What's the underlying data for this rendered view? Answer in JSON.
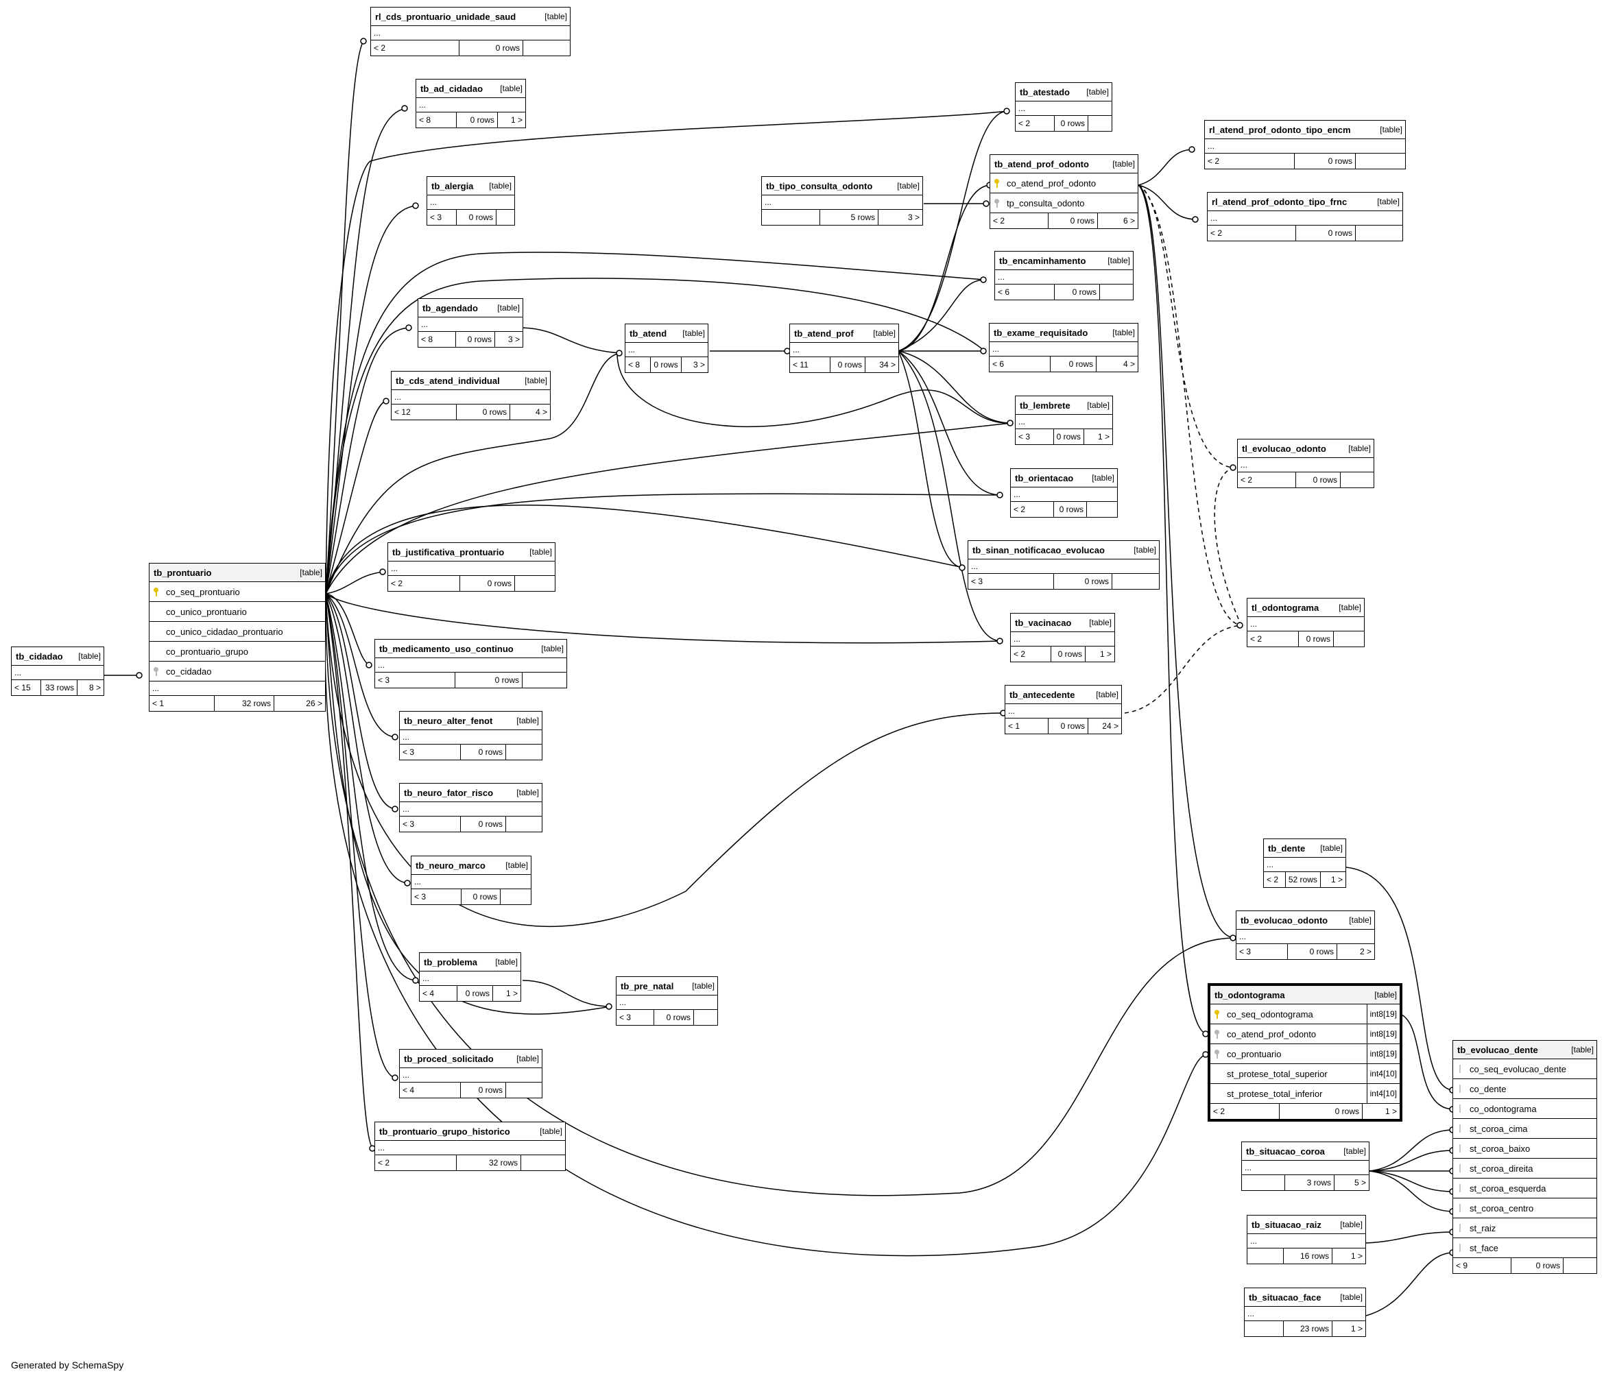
{
  "footer": "Generated by SchemaSpy",
  "kind_label": "[table]",
  "tables": {
    "rl_cds_prontuario_unidade_saud": {
      "name": "rl_cds_prontuario_unidade_saud",
      "dots": "...",
      "f1": "< 2",
      "f2": "0 rows",
      "f3": ""
    },
    "tb_ad_cidadao": {
      "name": "tb_ad_cidadao",
      "dots": "...",
      "f1": "< 8",
      "f2": "0 rows",
      "f3": "1 >"
    },
    "tb_alergia": {
      "name": "tb_alergia",
      "dots": "...",
      "f1": "< 3",
      "f2": "0 rows",
      "f3": ""
    },
    "tb_agendado": {
      "name": "tb_agendado",
      "dots": "...",
      "f1": "< 8",
      "f2": "0 rows",
      "f3": "3 >"
    },
    "tb_cds_atend_individual": {
      "name": "tb_cds_atend_individual",
      "dots": "...",
      "f1": "< 12",
      "f2": "0 rows",
      "f3": "4 >"
    },
    "tb_justificativa_prontuario": {
      "name": "tb_justificativa_prontuario",
      "dots": "...",
      "f1": "< 2",
      "f2": "0 rows",
      "f3": ""
    },
    "tb_medicamento_uso_continuo": {
      "name": "tb_medicamento_uso_continuo",
      "dots": "...",
      "f1": "< 3",
      "f2": "0 rows",
      "f3": ""
    },
    "tb_neuro_alter_fenot": {
      "name": "tb_neuro_alter_fenot",
      "dots": "...",
      "f1": "< 3",
      "f2": "0 rows",
      "f3": ""
    },
    "tb_neuro_fator_risco": {
      "name": "tb_neuro_fator_risco",
      "dots": "...",
      "f1": "< 3",
      "f2": "0 rows",
      "f3": ""
    },
    "tb_neuro_marco": {
      "name": "tb_neuro_marco",
      "dots": "...",
      "f1": "< 3",
      "f2": "0 rows",
      "f3": ""
    },
    "tb_problema": {
      "name": "tb_problema",
      "dots": "...",
      "f1": "< 4",
      "f2": "0 rows",
      "f3": "1 >"
    },
    "tb_proced_solicitado": {
      "name": "tb_proced_solicitado",
      "dots": "...",
      "f1": "< 4",
      "f2": "0 rows",
      "f3": ""
    },
    "tb_prontuario_grupo_historico": {
      "name": "tb_prontuario_grupo_historico",
      "dots": "...",
      "f1": "< 2",
      "f2": "32 rows",
      "f3": ""
    },
    "tb_pre_natal": {
      "name": "tb_pre_natal",
      "dots": "...",
      "f1": "< 3",
      "f2": "0 rows",
      "f3": ""
    },
    "tb_atend": {
      "name": "tb_atend",
      "dots": "...",
      "f1": "< 8",
      "f2": "0 rows",
      "f3": "3 >"
    },
    "tb_atend_prof": {
      "name": "tb_atend_prof",
      "dots": "...",
      "f1": "< 11",
      "f2": "0 rows",
      "f3": "34 >"
    },
    "tb_tipo_consulta_odonto": {
      "name": "tb_tipo_consulta_odonto",
      "dots": "...",
      "f1": "",
      "f2": "5 rows",
      "f3": "3 >"
    },
    "tb_atestado": {
      "name": "tb_atestado",
      "dots": "...",
      "f1": "< 2",
      "f2": "0 rows",
      "f3": ""
    },
    "tb_encaminhamento": {
      "name": "tb_encaminhamento",
      "dots": "...",
      "f1": "< 6",
      "f2": "0 rows",
      "f3": ""
    },
    "tb_exame_requisitado": {
      "name": "tb_exame_requisitado",
      "dots": "...",
      "f1": "< 6",
      "f2": "0 rows",
      "f3": "4 >"
    },
    "tb_lembrete": {
      "name": "tb_lembrete",
      "dots": "...",
      "f1": "< 3",
      "f2": "0 rows",
      "f3": "1 >"
    },
    "tb_orientacao": {
      "name": "tb_orientacao",
      "dots": "...",
      "f1": "< 2",
      "f2": "0 rows",
      "f3": ""
    },
    "tb_sinan_notificacao_evolucao": {
      "name": "tb_sinan_notificacao_evolucao",
      "dots": "...",
      "f1": "< 3",
      "f2": "0 rows",
      "f3": ""
    },
    "tb_vacinacao": {
      "name": "tb_vacinacao",
      "dots": "...",
      "f1": "< 2",
      "f2": "0 rows",
      "f3": "1 >"
    },
    "tb_antecedente": {
      "name": "tb_antecedente",
      "dots": "...",
      "f1": "< 1",
      "f2": "0 rows",
      "f3": "24 >"
    },
    "rl_atend_prof_odonto_tipo_encm": {
      "name": "rl_atend_prof_odonto_tipo_encm",
      "dots": "...",
      "f1": "< 2",
      "f2": "0 rows",
      "f3": ""
    },
    "rl_atend_prof_odonto_tipo_frnc": {
      "name": "rl_atend_prof_odonto_tipo_frnc",
      "dots": "...",
      "f1": "< 2",
      "f2": "0 rows",
      "f3": ""
    },
    "tl_evolucao_odonto": {
      "name": "tl_evolucao_odonto",
      "dots": "...",
      "f1": "< 2",
      "f2": "0 rows",
      "f3": ""
    },
    "tl_odontograma": {
      "name": "tl_odontograma",
      "dots": "...",
      "f1": "< 2",
      "f2": "0 rows",
      "f3": ""
    },
    "tb_dente": {
      "name": "tb_dente",
      "dots": "...",
      "f1": "< 2",
      "f2": "52 rows",
      "f3": "1 >"
    },
    "tb_evolucao_odonto": {
      "name": "tb_evolucao_odonto",
      "dots": "...",
      "f1": "< 3",
      "f2": "0 rows",
      "f3": "2 >"
    },
    "tb_situacao_coroa": {
      "name": "tb_situacao_coroa",
      "dots": "...",
      "f1": "",
      "f2": "3 rows",
      "f3": "5 >"
    },
    "tb_situacao_raiz": {
      "name": "tb_situacao_raiz",
      "dots": "...",
      "f1": "",
      "f2": "16 rows",
      "f3": "1 >"
    },
    "tb_situacao_face": {
      "name": "tb_situacao_face",
      "dots": "...",
      "f1": "",
      "f2": "23 rows",
      "f3": "1 >"
    },
    "tb_cidadao": {
      "name": "tb_cidadao",
      "dots": "...",
      "f1": "< 15",
      "f2": "33 rows",
      "f3": "8 >"
    },
    "tb_prontuario": {
      "name": "tb_prontuario",
      "cols": [
        "co_seq_prontuario",
        "co_unico_prontuario",
        "co_unico_cidadao_prontuario",
        "co_prontuario_grupo",
        "co_cidadao"
      ],
      "dots": "...",
      "f1": "< 1",
      "f2": "32 rows",
      "f3": "26 >"
    },
    "tb_atend_prof_odonto": {
      "name": "tb_atend_prof_odonto",
      "cols": [
        "co_atend_prof_odonto",
        "tp_consulta_odonto"
      ],
      "f1": "< 2",
      "f2": "0 rows",
      "f3": "6 >"
    },
    "tb_odontograma": {
      "name": "tb_odontograma",
      "cols": [
        "co_seq_odontograma",
        "co_atend_prof_odonto",
        "co_prontuario",
        "st_protese_total_superior",
        "st_protese_total_inferior"
      ],
      "types": [
        "int8[19]",
        "int8[19]",
        "int8[19]",
        "int4[10]",
        "int4[10]"
      ],
      "f1": "< 2",
      "f2": "0 rows",
      "f3": "1 >"
    },
    "tb_evolucao_dente": {
      "name": "tb_evolucao_dente",
      "cols": [
        "co_seq_evolucao_dente",
        "co_dente",
        "co_odontograma",
        "st_coroa_cima",
        "st_coroa_baixo",
        "st_coroa_direita",
        "st_coroa_esquerda",
        "st_coroa_centro",
        "st_raiz",
        "st_face"
      ],
      "f1": "< 9",
      "f2": "0 rows",
      "f3": ""
    }
  },
  "relationships": [
    [
      "tb_cidadao",
      "tb_prontuario"
    ],
    [
      "tb_prontuario",
      "rl_cds_prontuario_unidade_saud"
    ],
    [
      "tb_prontuario",
      "tb_ad_cidadao"
    ],
    [
      "tb_prontuario",
      "tb_alergia"
    ],
    [
      "tb_prontuario",
      "tb_agendado"
    ],
    [
      "tb_prontuario",
      "tb_cds_atend_individual"
    ],
    [
      "tb_prontuario",
      "tb_justificativa_prontuario"
    ],
    [
      "tb_prontuario",
      "tb_medicamento_uso_continuo"
    ],
    [
      "tb_prontuario",
      "tb_neuro_alter_fenot"
    ],
    [
      "tb_prontuario",
      "tb_neuro_fator_risco"
    ],
    [
      "tb_prontuario",
      "tb_neuro_marco"
    ],
    [
      "tb_prontuario",
      "tb_problema"
    ],
    [
      "tb_prontuario",
      "tb_proced_solicitado"
    ],
    [
      "tb_prontuario",
      "tb_prontuario_grupo_historico"
    ],
    [
      "tb_prontuario",
      "tb_pre_natal"
    ],
    [
      "tb_prontuario",
      "tb_atend"
    ],
    [
      "tb_prontuario",
      "tb_atestado"
    ],
    [
      "tb_prontuario",
      "tb_encaminhamento"
    ],
    [
      "tb_prontuario",
      "tb_exame_requisitado"
    ],
    [
      "tb_prontuario",
      "tb_lembrete"
    ],
    [
      "tb_prontuario",
      "tb_orientacao"
    ],
    [
      "tb_prontuario",
      "tb_sinan_notificacao_evolucao"
    ],
    [
      "tb_prontuario",
      "tb_vacinacao"
    ],
    [
      "tb_prontuario",
      "tb_antecedente"
    ],
    [
      "tb_prontuario",
      "tb_evolucao_odonto"
    ],
    [
      "tb_prontuario",
      "tb_odontograma"
    ],
    [
      "tb_agendado",
      "tb_atend"
    ],
    [
      "tb_problema",
      "tb_pre_natal"
    ],
    [
      "tb_atend",
      "tb_atend_prof"
    ],
    [
      "tb_tipo_consulta_odonto",
      "tb_atend_prof_odonto"
    ],
    [
      "tb_atend_prof",
      "tb_atend_prof_odonto"
    ],
    [
      "tb_atend_prof",
      "tb_atestado"
    ],
    [
      "tb_atend_prof",
      "tb_encaminhamento"
    ],
    [
      "tb_atend_prof",
      "tb_exame_requisitado"
    ],
    [
      "tb_atend_prof",
      "tb_lembrete"
    ],
    [
      "tb_atend_prof",
      "tb_orientacao"
    ],
    [
      "tb_atend_prof",
      "tb_sinan_notificacao_evolucao"
    ],
    [
      "tb_atend_prof",
      "tb_vacinacao"
    ],
    [
      "tb_atend_prof_odonto",
      "rl_atend_prof_odonto_tipo_encm"
    ],
    [
      "tb_atend_prof_odonto",
      "rl_atend_prof_odonto_tipo_frnc"
    ],
    [
      "tb_atend_prof_odonto",
      "tb_evolucao_odonto"
    ],
    [
      "tb_atend_prof_odonto",
      "tb_odontograma"
    ],
    [
      "tb_atend_prof_odonto",
      "tl_evolucao_odonto"
    ],
    [
      "tb_atend_prof_odonto",
      "tl_odontograma"
    ],
    [
      "tb_antecedente",
      "tl_odontograma"
    ],
    [
      "tb_dente",
      "tb_evolucao_dente"
    ],
    [
      "tb_odontograma",
      "tb_evolucao_dente"
    ],
    [
      "tb_situacao_coroa",
      "tb_evolucao_dente"
    ],
    [
      "tb_situacao_raiz",
      "tb_evolucao_dente"
    ],
    [
      "tb_situacao_face",
      "tb_evolucao_dente"
    ]
  ]
}
